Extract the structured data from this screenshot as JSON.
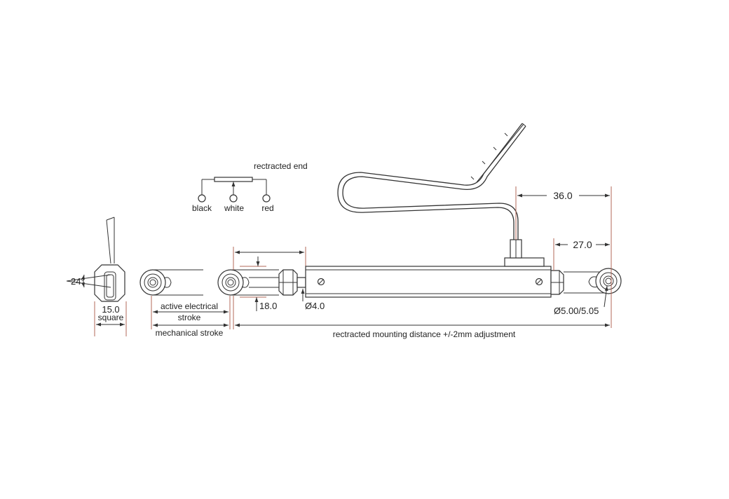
{
  "colors": {
    "line": "#333333",
    "extension_line": "#b36a5a",
    "background": "#ffffff"
  },
  "wiring": {
    "title": "rectracted end",
    "terminals": [
      "black",
      "white",
      "red"
    ]
  },
  "dimensions": {
    "angle": "24°",
    "square_value": "15.0",
    "square_word": "square",
    "active_stroke_line1": "active electrical",
    "active_stroke_line2": "stroke",
    "mechanical_stroke": "mechanical stroke",
    "rod_offset": "18.0",
    "rod_diameter": "Ø4.0",
    "eye_diameter": "Ø5.00/5.05",
    "dim_top": "36.0",
    "dim_mid": "27.0",
    "mounting_distance": "rectracted mounting distance +/-2mm adjustment"
  }
}
